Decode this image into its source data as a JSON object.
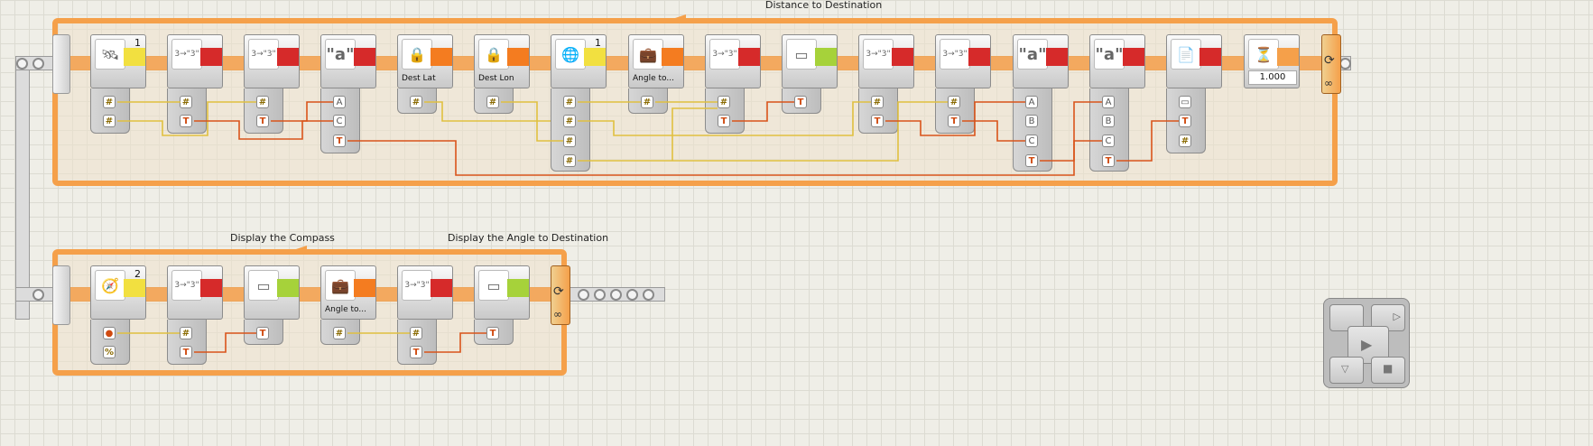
{
  "loops": {
    "distance_label": "Distance to Destination",
    "compass_label": "Display the Compass",
    "angle_label": "Display the Angle to Destination",
    "infinity": "∞"
  },
  "row1": {
    "gps_port": "1",
    "dest_lat": "Dest Lat",
    "dest_lon": "Dest Lon",
    "nav_port": "1",
    "angle_to": "Angle to...",
    "wait_value": "1.000",
    "text_a": "\"a\"",
    "number_icon": "3→\"3\""
  },
  "row2": {
    "compass_port": "2",
    "angle_to": "Angle to...",
    "number_icon": "3→\"3\""
  },
  "plugs": {
    "num": "#",
    "txt": "T",
    "a": "A",
    "b": "B",
    "c": "C"
  },
  "colors": {
    "loop": "#f5a04a",
    "number_wire": "#e8c840",
    "text_wire": "#d9541a"
  }
}
